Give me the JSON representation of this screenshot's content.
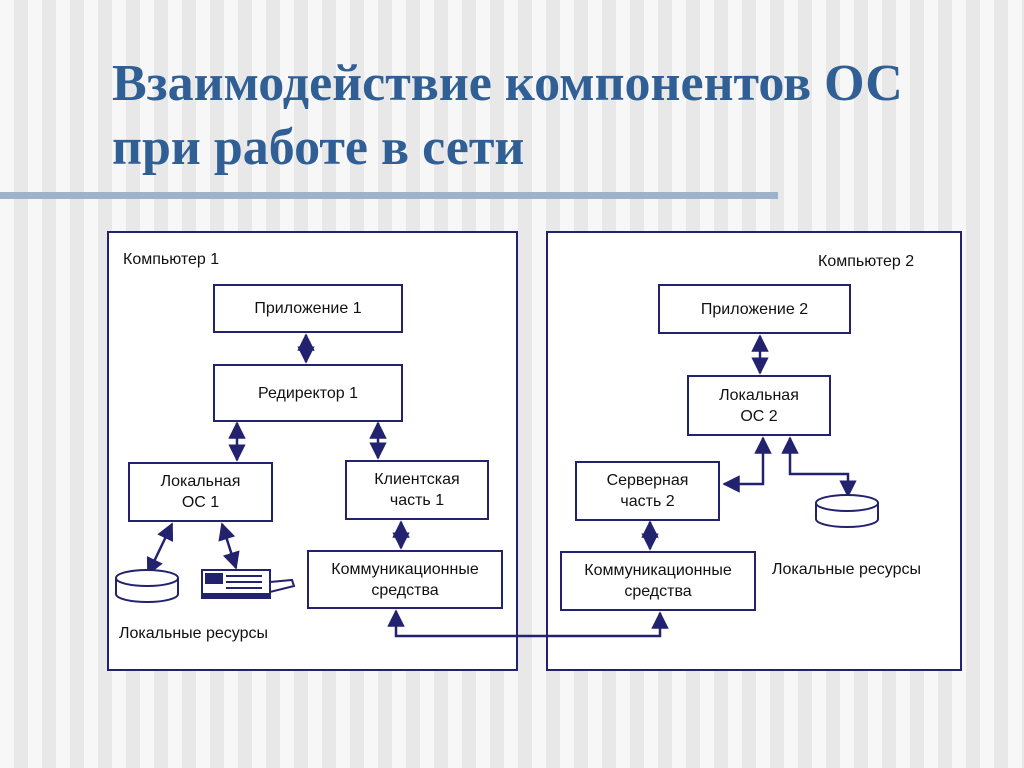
{
  "title": {
    "line1": "Взаимодействие компонентов ОС",
    "line2": "при работе в сети"
  },
  "computer1": {
    "label": "Компьютер 1",
    "app": "Приложение 1",
    "redirector": "Редиректор 1",
    "local_os": "Локальная\nОС 1",
    "client": "Клиентская\nчасть 1",
    "comm": "Коммуникационные\nсредства",
    "resources_label": "Локальные ресурсы"
  },
  "computer2": {
    "label": "Компьютер 2",
    "app": "Приложение 2",
    "local_os": "Локальная\nОС 2",
    "server": "Серверная\nчасть 2",
    "comm": "Коммуникационные\nсредства",
    "resources_label": "Локальные ресурсы"
  },
  "colors": {
    "title": "#2f5f95",
    "line": "#22226e"
  },
  "icons": {
    "disk": "disk-storage-icon",
    "printer": "printer-icon"
  }
}
